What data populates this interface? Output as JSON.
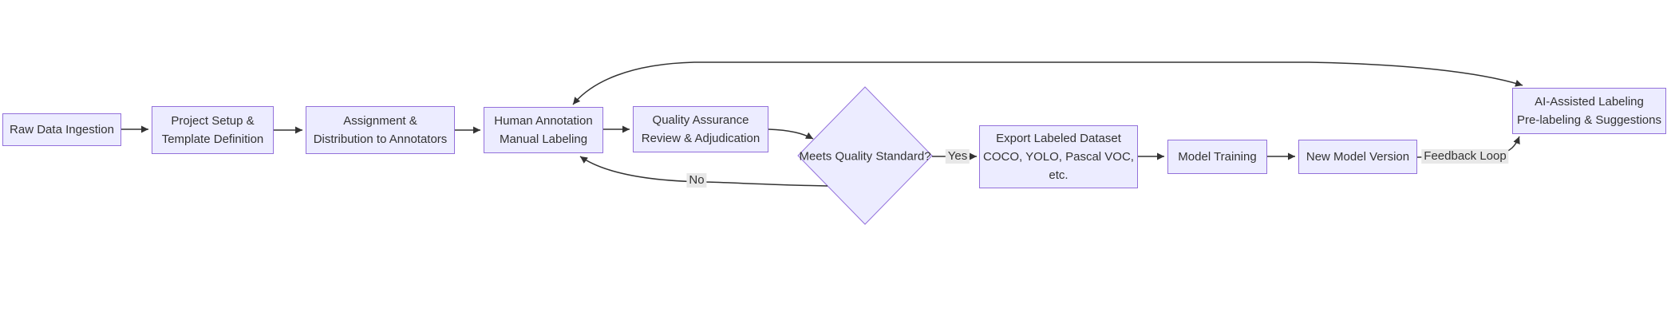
{
  "colors": {
    "bg": "#ffffff",
    "node_fill": "#ECECFF",
    "node_border": "#9370DB",
    "edge": "#333333",
    "label_bg": "#e8e8e8",
    "text": "#333333"
  },
  "diagram": {
    "type": "flowchart",
    "direction": "left-to-right",
    "nodes": [
      {
        "id": "raw_data_ingestion",
        "shape": "rect",
        "lines": [
          "Raw Data Ingestion"
        ]
      },
      {
        "id": "project_setup",
        "shape": "rect",
        "lines": [
          "Project Setup &",
          "Template Definition"
        ]
      },
      {
        "id": "assignment_distribution",
        "shape": "rect",
        "lines": [
          "Assignment &",
          "Distribution to Annotators"
        ]
      },
      {
        "id": "human_annotation",
        "shape": "rect",
        "lines": [
          "Human Annotation",
          "Manual Labeling"
        ]
      },
      {
        "id": "quality_assurance",
        "shape": "rect",
        "lines": [
          "Quality Assurance",
          "Review & Adjudication"
        ]
      },
      {
        "id": "meets_quality_standard",
        "shape": "diamond",
        "lines": [
          "Meets Quality Standard?"
        ]
      },
      {
        "id": "export_labeled_dataset",
        "shape": "rect",
        "lines": [
          "Export Labeled Dataset",
          "COCO, YOLO, Pascal VOC,",
          "etc."
        ]
      },
      {
        "id": "model_training",
        "shape": "rect",
        "lines": [
          "Model Training"
        ]
      },
      {
        "id": "new_model_version",
        "shape": "rect",
        "lines": [
          "New Model Version"
        ]
      },
      {
        "id": "ai_assisted_labeling",
        "shape": "rect",
        "lines": [
          "AI-Assisted Labeling",
          "Pre-labeling & Suggestions"
        ]
      }
    ],
    "edge_labels": {
      "yes": "Yes",
      "no": "No",
      "feedback": "Feedback Loop"
    }
  }
}
